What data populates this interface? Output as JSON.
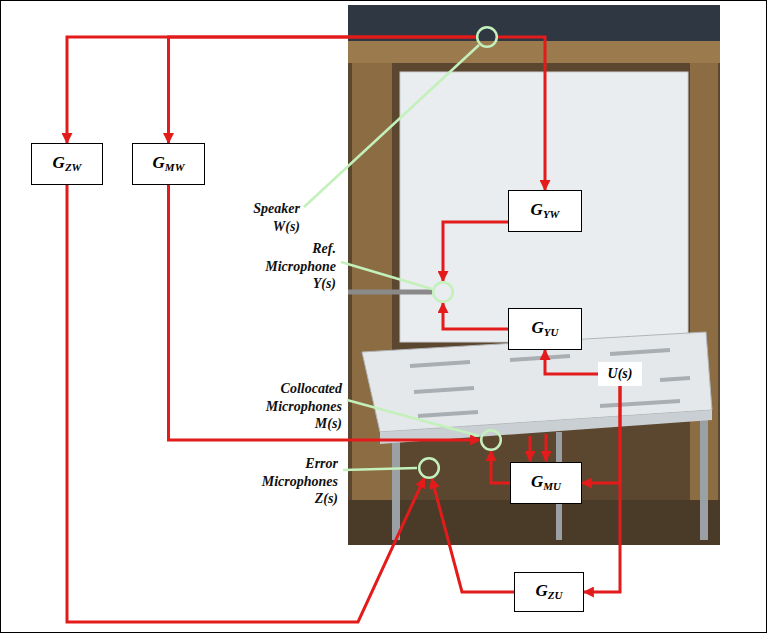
{
  "diagram": {
    "nodes": [
      {
        "text": [
          "Speaker W(s)"
        ]
      },
      {
        "text": [
          "GZW"
        ]
      },
      {
        "text": [
          "GMW"
        ]
      },
      {
        "text": [
          "GYW"
        ]
      },
      {
        "text": [
          "Ref. Microphone Y(s)"
        ]
      },
      {
        "text": [
          "GYU"
        ]
      },
      {
        "text": [
          "Collocated Microphones M(s)"
        ]
      },
      {
        "text": [
          "U(s)"
        ]
      },
      {
        "text": [
          "GMU"
        ]
      },
      {
        "text": [
          "Error Microphones Z(s)"
        ]
      },
      {
        "text": [
          "GZU"
        ]
      }
    ],
    "edges": [
      {
        "from": 0,
        "to": 1,
        "arrow": "to"
      },
      {
        "from": 0,
        "to": 2,
        "arrow": "to"
      },
      {
        "from": 0,
        "to": 3,
        "arrow": "to"
      },
      {
        "from": 3,
        "to": 4,
        "arrow": "to"
      },
      {
        "from": 5,
        "to": 4,
        "arrow": "to"
      },
      {
        "from": 7,
        "to": 5,
        "arrow": "to"
      },
      {
        "from": 2,
        "to": 6,
        "arrow": "to"
      },
      {
        "from": 8,
        "to": 6,
        "arrow": "to"
      },
      {
        "from": 7,
        "to": 8,
        "arrow": "to"
      },
      {
        "from": 7,
        "to": 10,
        "arrow": "to"
      },
      {
        "from": 1,
        "to": 9,
        "arrow": "to"
      },
      {
        "from": 10,
        "to": 9,
        "arrow": "to"
      }
    ]
  }
}
